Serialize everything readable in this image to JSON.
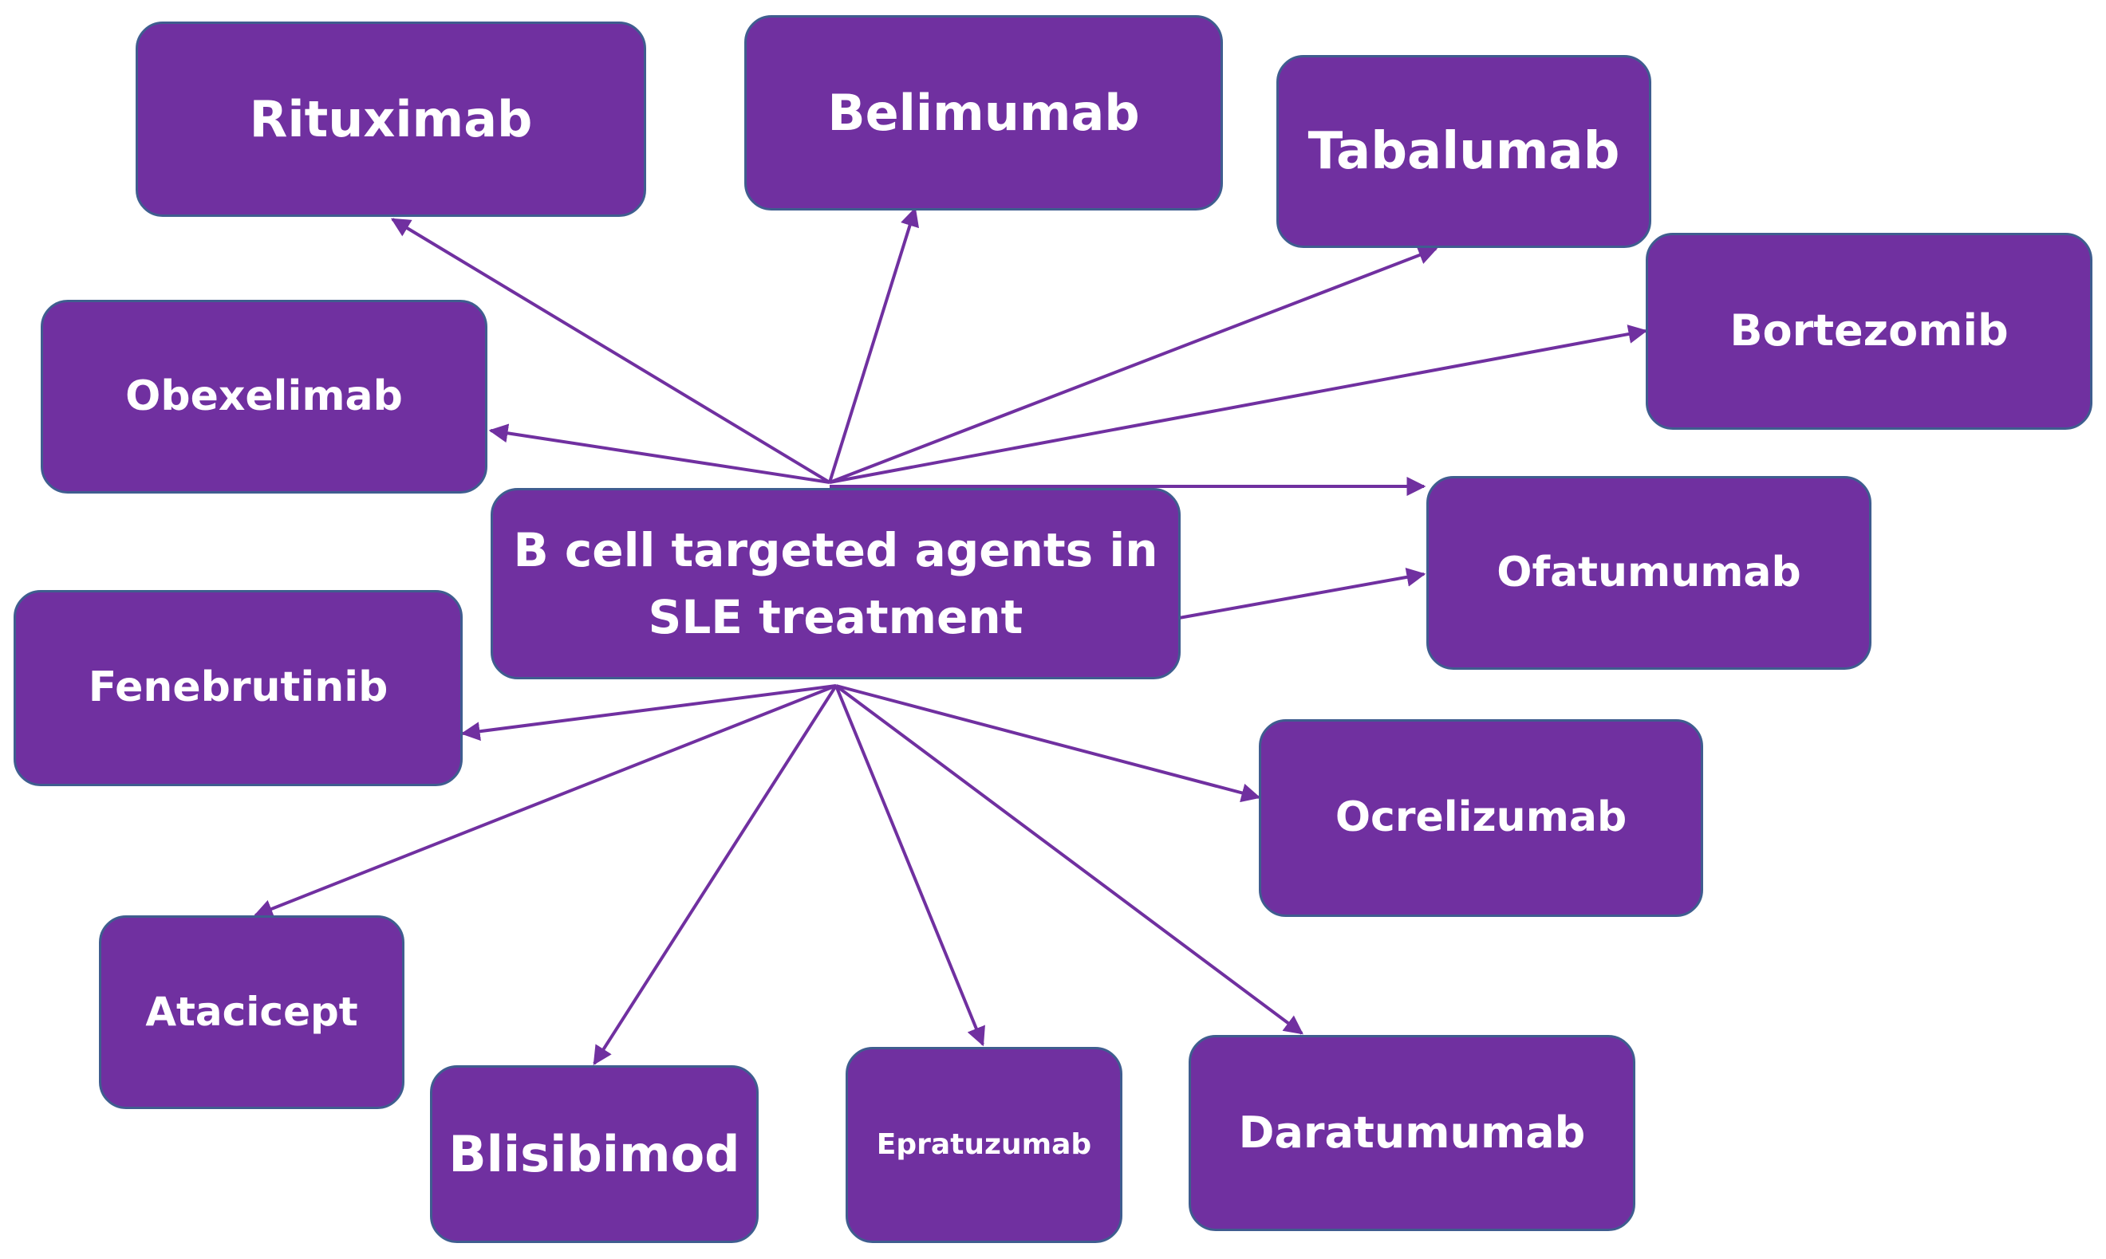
{
  "diagram": {
    "center": {
      "line1": "B cell targeted agents in",
      "line2": "SLE treatment"
    },
    "agents": [
      {
        "id": "rituximab",
        "label": "Rituximab"
      },
      {
        "id": "belimumab",
        "label": "Belimumab"
      },
      {
        "id": "tabalumab",
        "label": "Tabalumab"
      },
      {
        "id": "bortezomib",
        "label": "Bortezomib"
      },
      {
        "id": "obexelimab",
        "label": "Obexelimab"
      },
      {
        "id": "ofatumumab",
        "label": "Ofatumumab"
      },
      {
        "id": "fenebrutinib",
        "label": "Fenebrutinib"
      },
      {
        "id": "ocrelizumab",
        "label": "Ocrelizumab"
      },
      {
        "id": "atacicept",
        "label": "Atacicept"
      },
      {
        "id": "blisibimod",
        "label": "Blisibimod"
      },
      {
        "id": "epratuzumab",
        "label": "Epratuzumab"
      },
      {
        "id": "daratumumab",
        "label": "Daratumumab"
      }
    ],
    "colors": {
      "box_fill": "#7030a0",
      "box_border": "#3f5d8f",
      "arrow": "#7030a0",
      "text": "#ffffff"
    }
  }
}
